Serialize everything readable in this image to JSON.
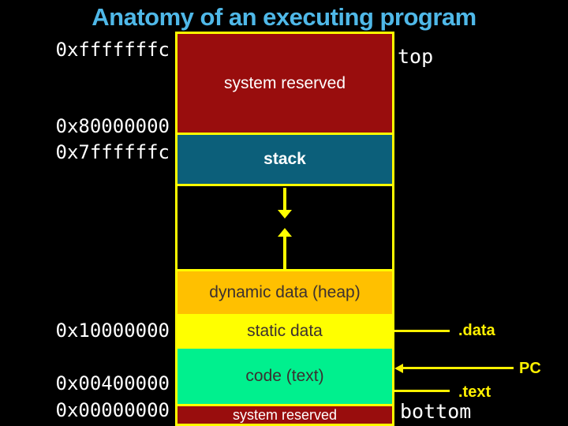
{
  "slide": {
    "title": "Anatomy of an executing program",
    "title_color": "#4FB8E8",
    "background": "#000000",
    "accent_yellow": "#FFFF00"
  },
  "addresses": [
    {
      "label": "0xfffffffc"
    },
    {
      "label": "0x80000000"
    },
    {
      "label": "0x7ffffffc"
    },
    {
      "label": "0x10000000"
    },
    {
      "label": "0x00400000"
    },
    {
      "label": "0x00000000"
    }
  ],
  "memory_map": {
    "border_color": "#FFFF00",
    "regions": [
      {
        "id": "system-reserved-top",
        "label": "system reserved",
        "color": "#990D0D",
        "text_color": "#FFFFFF"
      },
      {
        "id": "stack",
        "label": "stack",
        "color": "#0C5F7A",
        "text_color": "#FFFFFF"
      },
      {
        "id": "unallocated-gap",
        "label": "",
        "color": "#000000",
        "text_color": "#FFFFFF"
      },
      {
        "id": "heap",
        "label": "dynamic data (heap)",
        "color": "#FFC000",
        "text_color": "#3B3030"
      },
      {
        "id": "static-data",
        "label": "static data",
        "color": "#FFFF00",
        "text_color": "#3B3030"
      },
      {
        "id": "code",
        "label": "code (text)",
        "color": "#00F08E",
        "text_color": "#3B3030"
      },
      {
        "id": "system-reserved-bottom",
        "label": "system reserved",
        "color": "#990D0D",
        "text_color": "#FFFFFF"
      }
    ],
    "growth_arrows": {
      "stack": "down-arrow",
      "heap": "up-arrow"
    }
  },
  "markers": {
    "top": "top",
    "bottom": "bottom"
  },
  "annotations": {
    "color": "#FFF100",
    "data_section": ".data",
    "pc": "PC",
    "text_section": ".text"
  }
}
